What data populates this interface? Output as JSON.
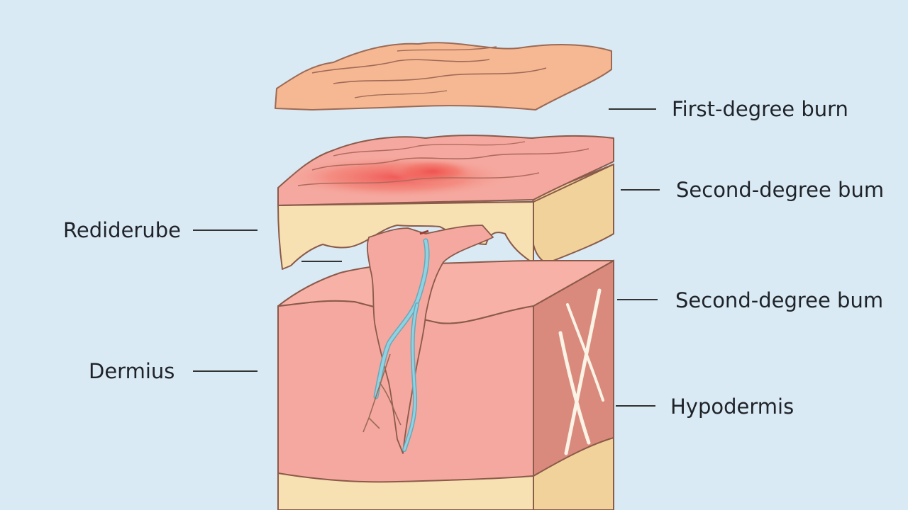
{
  "diagram": {
    "labels": {
      "first_degree": "First-degree burn",
      "second_degree_upper": "Second-degree bum",
      "left_upper": "Rediderube",
      "second_degree_lower": "Second-degree bum",
      "left_lower": "Dermius",
      "hypodermis": "Hypodermis"
    },
    "colors": {
      "background": "#d9eaf5",
      "epidermis": "#f6b893",
      "dermis": "#f5a89f",
      "fat": "#f7e1b2",
      "burn_red": "#ef4b4b",
      "vessel": "#7fc7d9",
      "outline": "#8a5a4a"
    }
  }
}
